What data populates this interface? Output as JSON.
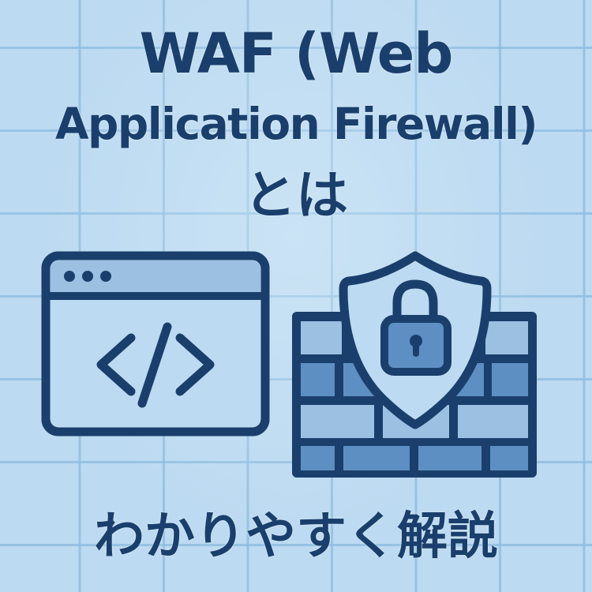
{
  "title": {
    "line1": "WAF (Web",
    "line2": "Application Firewall)",
    "line3": "とは"
  },
  "subtitle": "わかりやすく解説",
  "illustrations": {
    "left": {
      "icon": "browser-window-code-icon",
      "code_glyph": "</>",
      "window_dots": 3
    },
    "right": {
      "icon": "firewall-shield-lock-icon"
    }
  },
  "colors": {
    "background": "#bcdaf1",
    "grid": "#8cbade",
    "text": "#1b3f6c",
    "stroke": "#1b3f6c",
    "brick_light": "#9cc0e2",
    "brick_dark": "#5e8fc2",
    "shield_fill": "#bcdaf1",
    "lock_body": "#5e8fc2"
  }
}
